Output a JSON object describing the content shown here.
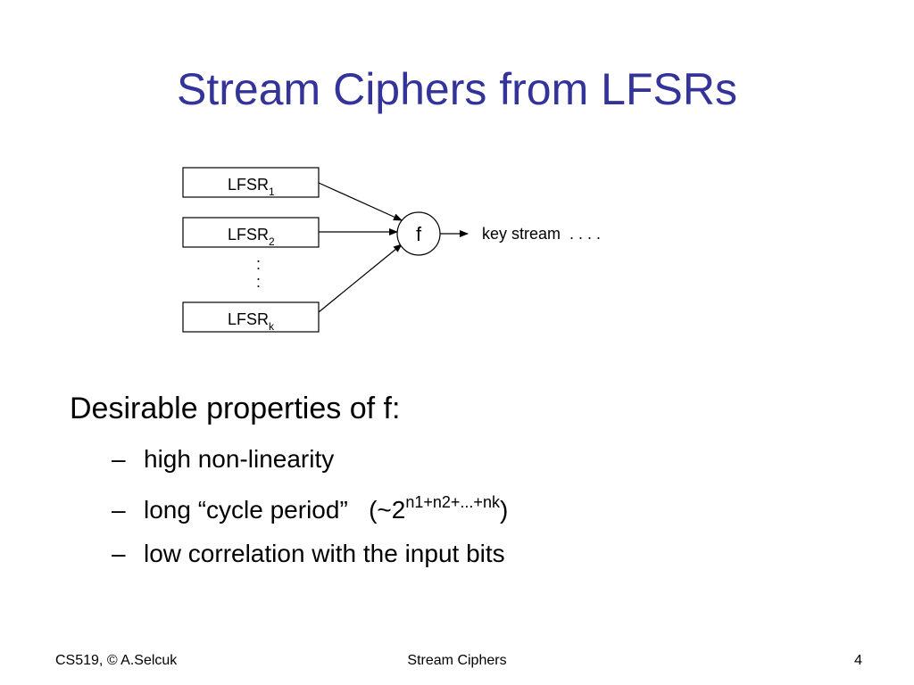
{
  "title": "Stream Ciphers from LFSRs",
  "diagram": {
    "lfsr_base": "LFSR",
    "lfsrs": [
      {
        "sub": "1"
      },
      {
        "sub": "2"
      },
      {
        "sub": "k"
      }
    ],
    "function_label": "f",
    "output_label": "key stream  . . . .",
    "ellipsis": ":"
  },
  "content": {
    "heading": "Desirable properties of f:",
    "bullet_marker": "–",
    "bullets": [
      {
        "text": "high non-linearity"
      },
      {
        "text": "long “cycle period”   (~2",
        "sup": "n1+n2+...+nk",
        "tail": ")"
      },
      {
        "text": "low correlation with the input bits"
      }
    ]
  },
  "footer": {
    "left": "CS519, © A.Selcuk",
    "center": "Stream Ciphers",
    "right": "4"
  },
  "colors": {
    "title": "#333399",
    "text": "#000000",
    "background": "#ffffff"
  }
}
